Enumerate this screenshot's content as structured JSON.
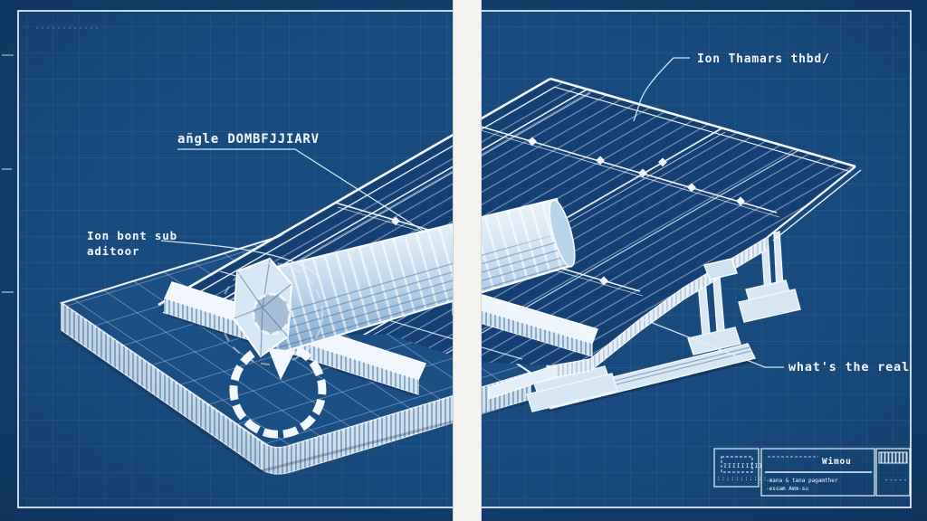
{
  "page": {
    "colors": {
      "background_outer": "#123f6c",
      "background_inner": "#174b7d",
      "panel_fill": "#143f72",
      "linework": "#eef5fc",
      "light_metal": "#d8e7f4",
      "paper_strip": "#f4f3ef"
    }
  },
  "labels": {
    "angle": "añgle DOMBFJJIARV",
    "panel_top": "Ion Thamars thbd/",
    "actuator_line1": "Ion bont sub",
    "actuator_line2": "aditoor",
    "base_right": "what's the real"
  },
  "title_block": {
    "stamp": "IIIIIIIII",
    "stamp_sub": ":::::::::::",
    "title": "Wimou",
    "line1": "-mana & tana pagamther",
    "line2": "-essam Amm-su",
    "tag": "-----"
  }
}
